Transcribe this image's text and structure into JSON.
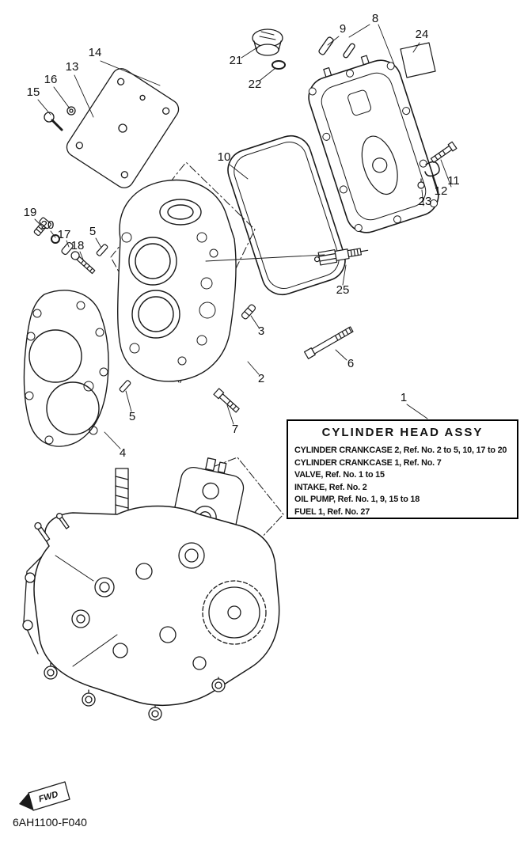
{
  "page": {
    "part_number": "6AH1100-F040",
    "fwd_label": "FWD"
  },
  "info_box": {
    "title": "CYLINDER HEAD ASSY",
    "lines": [
      "CYLINDER CRANKCASE 2, Ref. No. 2 to 5, 10, 17 to 20",
      "CYLINDER CRANKCASE 1, Ref. No. 7",
      "VALVE,  Ref. No. 1 to 15",
      "INTAKE,  Ref. No. 2",
      "OIL PUMP, Ref. No. 1, 9, 15 to 18",
      "FUEL 1,  Ref. No. 27"
    ]
  },
  "callouts": [
    {
      "label": "15"
    },
    {
      "label": "16"
    },
    {
      "label": "13"
    },
    {
      "label": "14"
    },
    {
      "label": "21"
    },
    {
      "label": "22"
    },
    {
      "label": "9"
    },
    {
      "label": "8"
    },
    {
      "label": "24"
    },
    {
      "label": "10"
    },
    {
      "label": "11"
    },
    {
      "label": "12"
    },
    {
      "label": "23"
    },
    {
      "label": "19"
    },
    {
      "label": "20"
    },
    {
      "label": "17"
    },
    {
      "label": "18"
    },
    {
      "label": "5"
    },
    {
      "label": "25"
    },
    {
      "label": "3"
    },
    {
      "label": "6"
    },
    {
      "label": "2"
    },
    {
      "label": "5"
    },
    {
      "label": "7"
    },
    {
      "label": "4"
    },
    {
      "label": "1"
    }
  ]
}
